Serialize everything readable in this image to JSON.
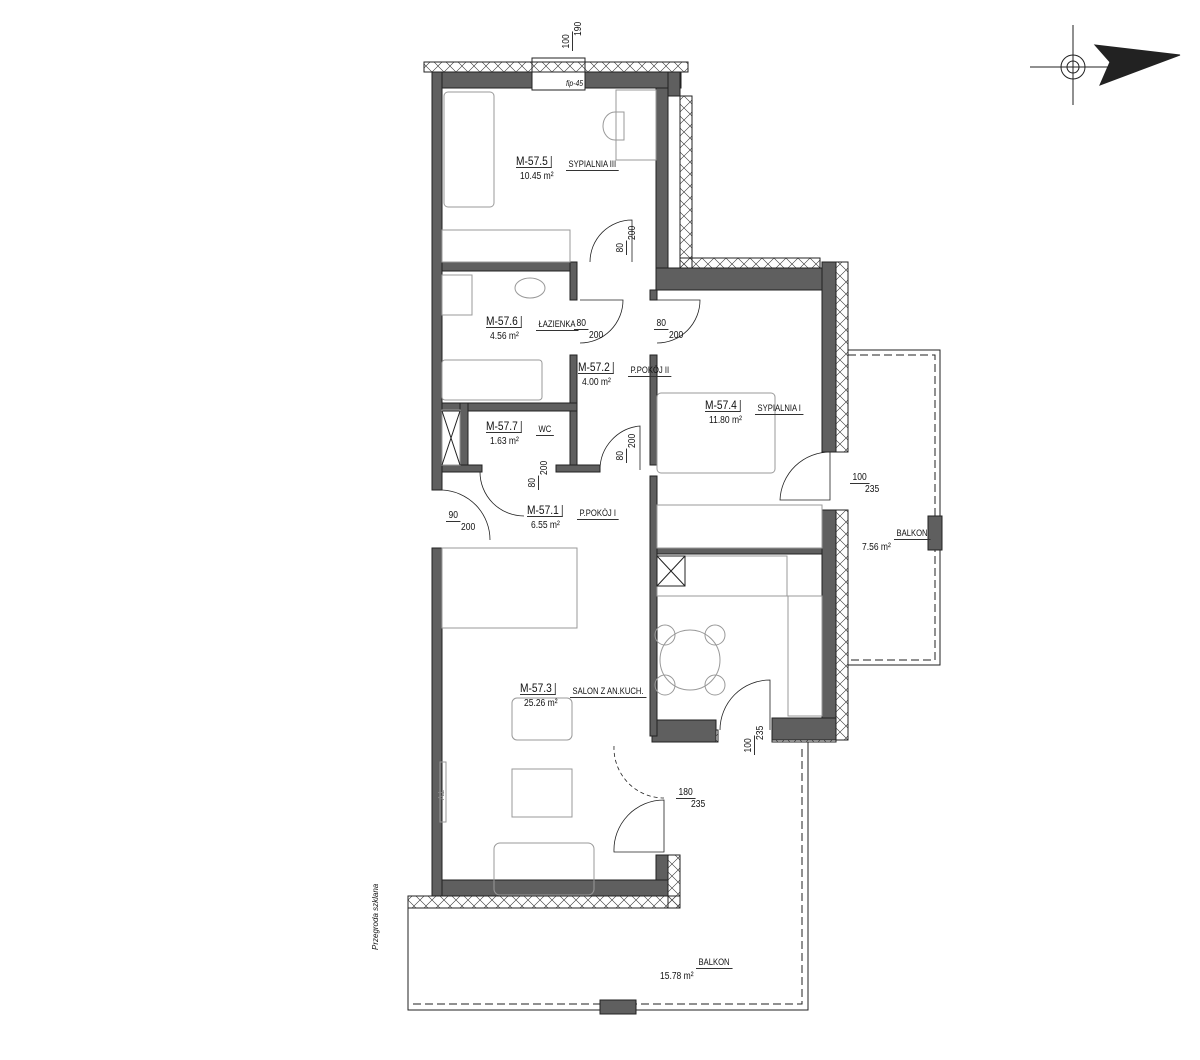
{
  "rooms": [
    {
      "code": "M-57.5",
      "name": "SYPIALNIA III",
      "area": "10.45 m²"
    },
    {
      "code": "M-57.6",
      "name": "ŁAZIENKA",
      "area": "4.56 m²"
    },
    {
      "code": "M-57.2",
      "name": "P.POKÓJ II",
      "area": "4.00 m²"
    },
    {
      "code": "M-57.7",
      "name": "WC",
      "area": "1.63 m²"
    },
    {
      "code": "M-57.1",
      "name": "P.POKÓJ I",
      "area": "6.55 m²"
    },
    {
      "code": "M-57.4",
      "name": "SYPIALNIA I",
      "area": "11.80 m²"
    },
    {
      "code": "M-57.3",
      "name": "SALON Z AN.KUCH.",
      "area": "25.26 m²"
    }
  ],
  "balconies": [
    {
      "name": "BALKON",
      "area": "7.56 m²"
    },
    {
      "name": "BALKON",
      "area": "15.78 m²"
    }
  ],
  "openings": [
    {
      "w": "100",
      "h": "190"
    },
    {
      "w": "80",
      "h": "200"
    },
    {
      "w": "80",
      "h": "200"
    },
    {
      "w": "80",
      "h": "200"
    },
    {
      "w": "80",
      "h": "200"
    },
    {
      "w": "80",
      "h": "200"
    },
    {
      "w": "90",
      "h": "200"
    },
    {
      "w": "100",
      "h": "235"
    },
    {
      "w": "100",
      "h": "235"
    },
    {
      "w": "180",
      "h": "235"
    }
  ],
  "annotations": {
    "window_sill": "fip-45",
    "tv": "TV",
    "glass_partition": "Przegroda szklana"
  },
  "colors": {
    "wall": "#5f5f5f",
    "line": "#222222",
    "furniture": "#999999"
  }
}
